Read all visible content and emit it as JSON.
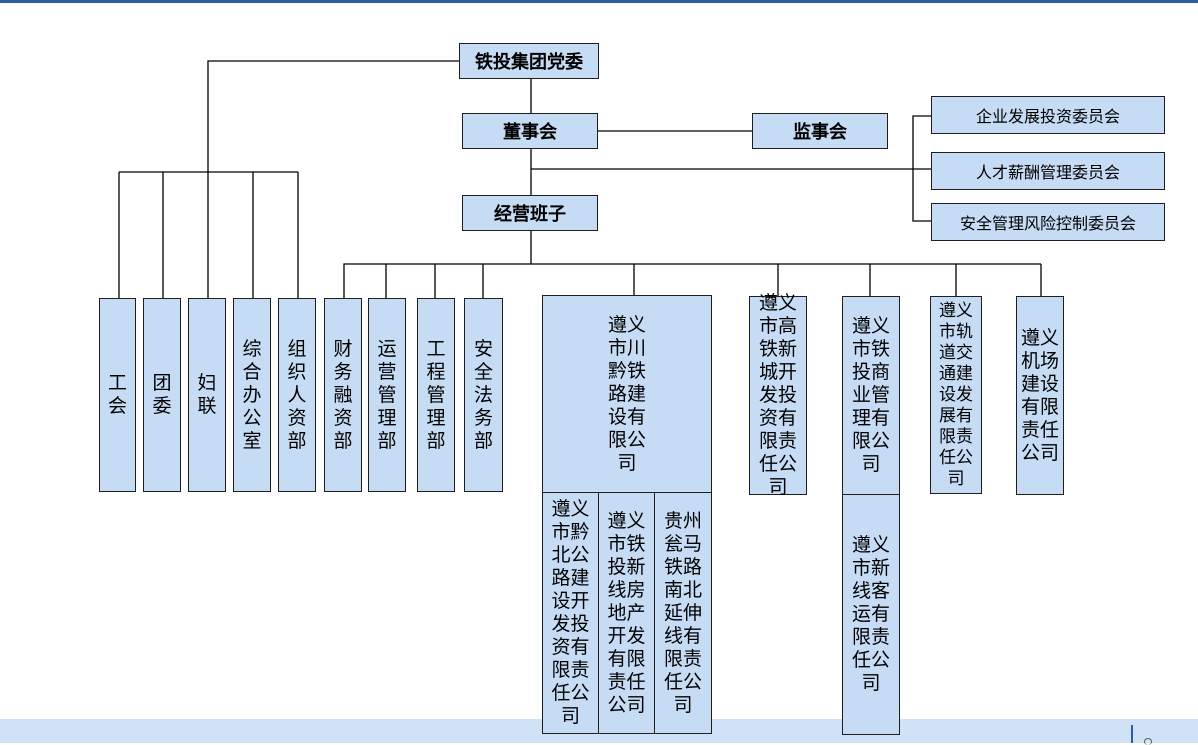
{
  "nodes": {
    "party_committee": "铁投集团党委",
    "board": "董事会",
    "supervisory_board": "监事会",
    "management": "经营班子",
    "committees": [
      "企业发展投资委员会",
      "人才薪酬管理委员会",
      "安全管理风险控制委员会"
    ],
    "party_orgs": [
      "工会",
      "团委",
      "妇联",
      "综合办公室",
      "组织人资部"
    ],
    "departments": [
      "财务融资部",
      "运营管理部",
      "工程管理部",
      "安全法务部"
    ],
    "sub_chuanqian": {
      "name": "遵义市川黔铁路建设有限公司",
      "children": [
        "遵义市黔北公路建设开发投资有限责任公司",
        "遵义市铁投新线房地产开发有限责任公司",
        "贵州瓮马铁路南北延伸线有限责任公司"
      ]
    },
    "sub_gaotie": "遵义市高铁新城开发投资有限责任公司",
    "sub_shangye": {
      "name": "遵义市铁投商业管理有限公司",
      "children": [
        "遵义市新线客运有限责任公司"
      ]
    },
    "sub_guidao": "遵义市轨道交通建设发展有限责任公司",
    "sub_jichang": "遵义机场建设有限责任公司"
  }
}
